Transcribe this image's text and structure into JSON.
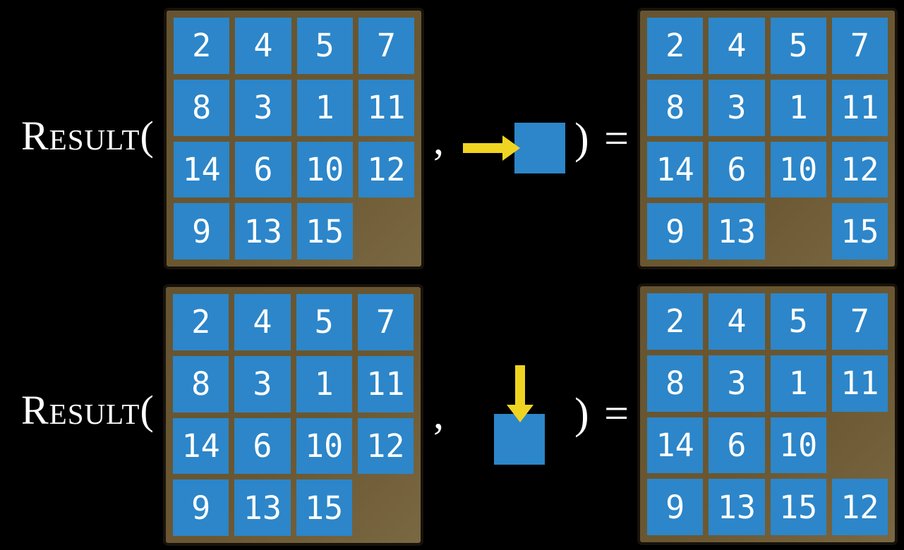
{
  "colors": {
    "background": "#000000",
    "board_brown": "#6A5731",
    "board_brown_light": "#7A6843",
    "board_border": "#17120B",
    "tile_blue": "#2C86C9",
    "arrow_yellow": "#F0D422",
    "text_white": "#FFFFFF"
  },
  "rows": [
    {
      "function_label": "Result(",
      "comma": ",",
      "result_label": ") =",
      "action": {
        "direction": "right",
        "icon": "right-arrow-icon"
      },
      "board_before": [
        2,
        4,
        5,
        7,
        8,
        3,
        1,
        11,
        14,
        6,
        10,
        12,
        9,
        13,
        15,
        null
      ],
      "board_after": [
        2,
        4,
        5,
        7,
        8,
        3,
        1,
        11,
        14,
        6,
        10,
        12,
        9,
        13,
        null,
        15
      ]
    },
    {
      "function_label": "Result(",
      "comma": ",",
      "result_label": ") =",
      "action": {
        "direction": "down",
        "icon": "down-arrow-icon"
      },
      "board_before": [
        2,
        4,
        5,
        7,
        8,
        3,
        1,
        11,
        14,
        6,
        10,
        12,
        9,
        13,
        15,
        null
      ],
      "board_after": [
        2,
        4,
        5,
        7,
        8,
        3,
        1,
        11,
        14,
        6,
        10,
        null,
        9,
        13,
        15,
        12
      ]
    }
  ]
}
